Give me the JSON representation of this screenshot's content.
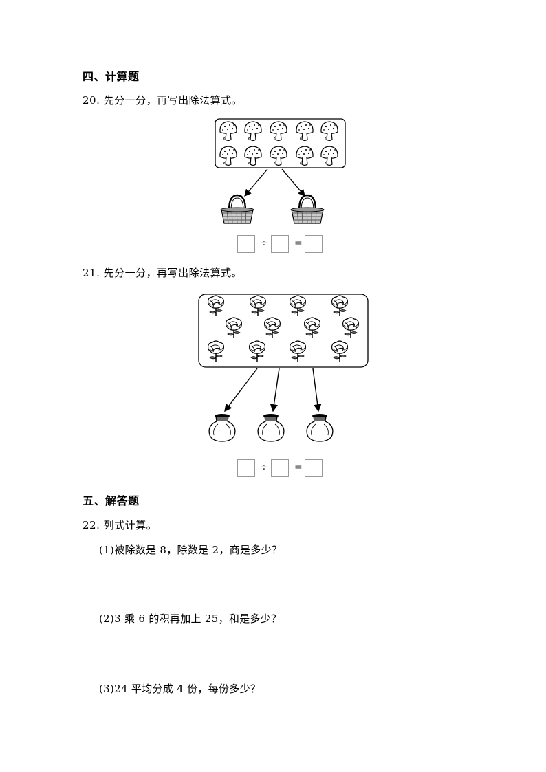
{
  "section4": {
    "title": "四、计算题"
  },
  "q20": {
    "text": "20. 先分一分，再写出除法算式。",
    "divide_symbol": "÷",
    "equals_symbol": "="
  },
  "q21": {
    "text": "21. 先分一分，再写出除法算式。",
    "divide_symbol": "÷",
    "equals_symbol": "="
  },
  "section5": {
    "title": "五、解答题"
  },
  "q22": {
    "text": "22. 列式计算。",
    "parts": [
      "(1)被除数是 8，除数是 2，商是多少？",
      "(2)3 乘 6 的积再加上 25，和是多少？",
      "(3)24 平均分成 4 份，每份多少？"
    ]
  }
}
